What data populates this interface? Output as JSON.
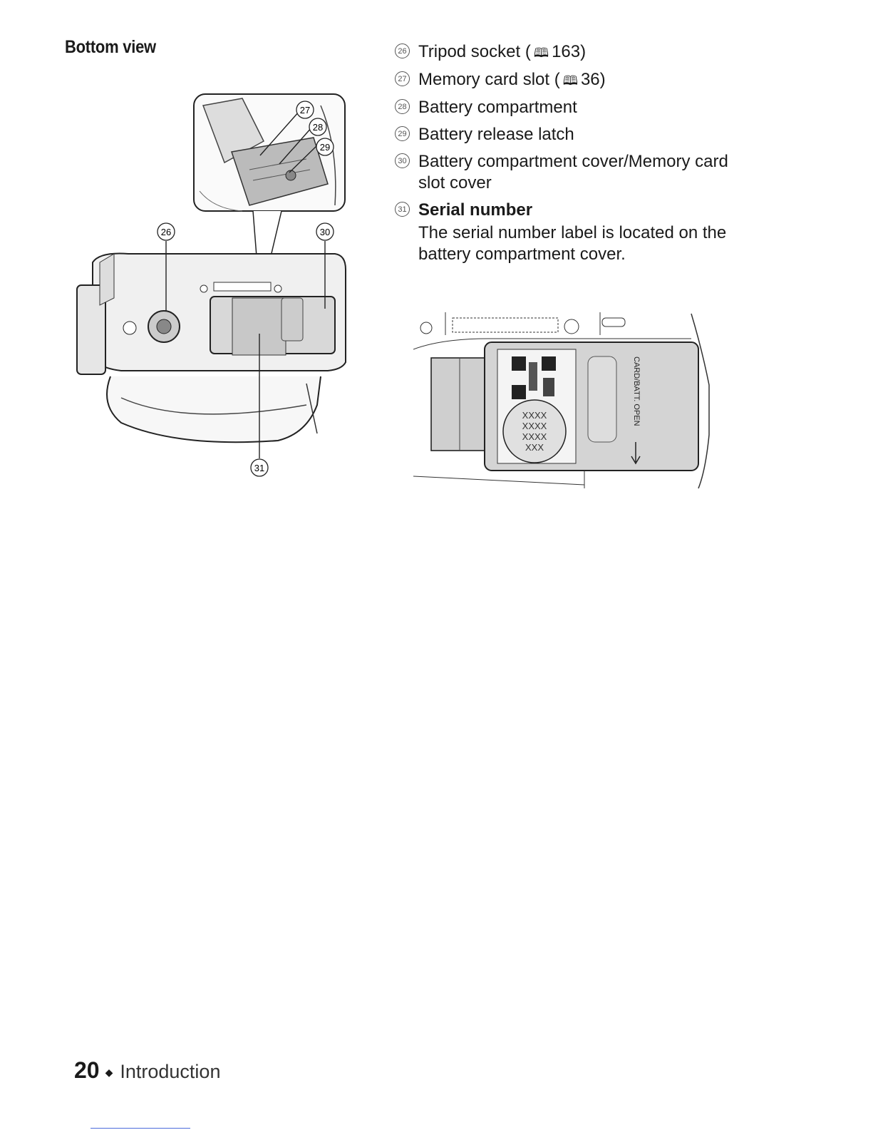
{
  "heading": "Bottom view",
  "parts": [
    {
      "num": "26",
      "label": "Tripod socket (",
      "ref": "163",
      "suffix": ")",
      "bold": false,
      "desc": ""
    },
    {
      "num": "27",
      "label": "Memory card slot (",
      "ref": "36",
      "suffix": ")",
      "bold": false,
      "desc": ""
    },
    {
      "num": "28",
      "label": "Battery compartment",
      "ref": "",
      "suffix": "",
      "bold": false,
      "desc": ""
    },
    {
      "num": "29",
      "label": "Battery release latch",
      "ref": "",
      "suffix": "",
      "bold": false,
      "desc": ""
    },
    {
      "num": "30",
      "label": "Battery compartment cover/Memory card slot cover",
      "ref": "",
      "suffix": "",
      "bold": false,
      "desc": ""
    },
    {
      "num": "31",
      "label": "Serial number",
      "ref": "",
      "suffix": "",
      "bold": true,
      "desc": "The serial number label is located on the battery compartment cover."
    }
  ],
  "callouts": {
    "c26": "26",
    "c27": "27",
    "c28": "28",
    "c29": "29",
    "c30": "30",
    "c31": "31"
  },
  "cover_label": "CARD/BATT. OPEN",
  "serial_placeholder": [
    "XXXX",
    "XXXX",
    "XXXX",
    "XXX"
  ],
  "footer": {
    "page": "20",
    "bullet": "◆",
    "section": "Introduction"
  }
}
